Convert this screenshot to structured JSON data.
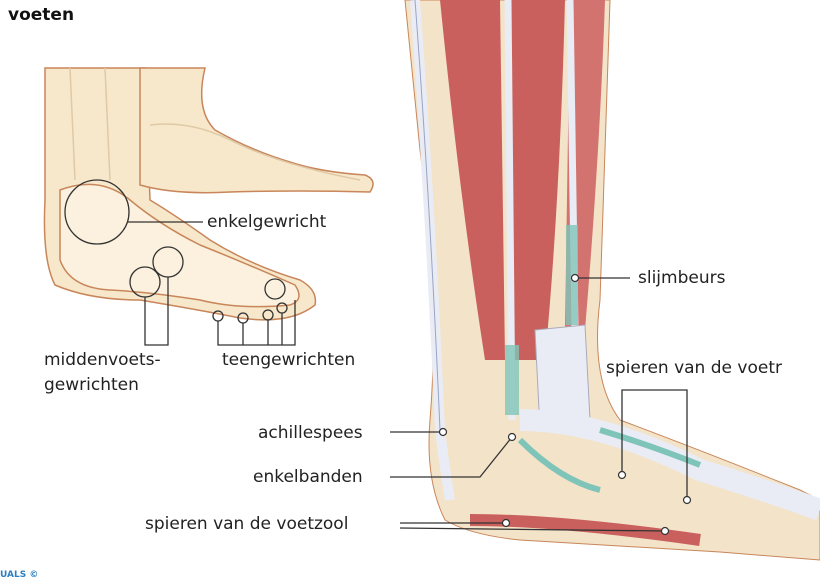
{
  "title": "voeten",
  "credit": "UALS ©",
  "labels": {
    "enkelgewricht": "enkelgewricht",
    "middenvoets_1": "middenvoets-",
    "middenvoets_2": "gewrichten",
    "teengewrichten": "teengewrichten",
    "slijmbeurs": "slijmbeurs",
    "spieren_voetrug": "spieren van de voetr",
    "achillespees": "achillespees",
    "enkelbanden": "enkelbanden",
    "spieren_voetzool": "spieren van de voetzool"
  },
  "colors": {
    "bone": "#f7e8cc",
    "outline": "#c8865a",
    "muscle": "#c9605e",
    "tendon": "#e9ecf4",
    "sheath": "#7fc4b8"
  }
}
